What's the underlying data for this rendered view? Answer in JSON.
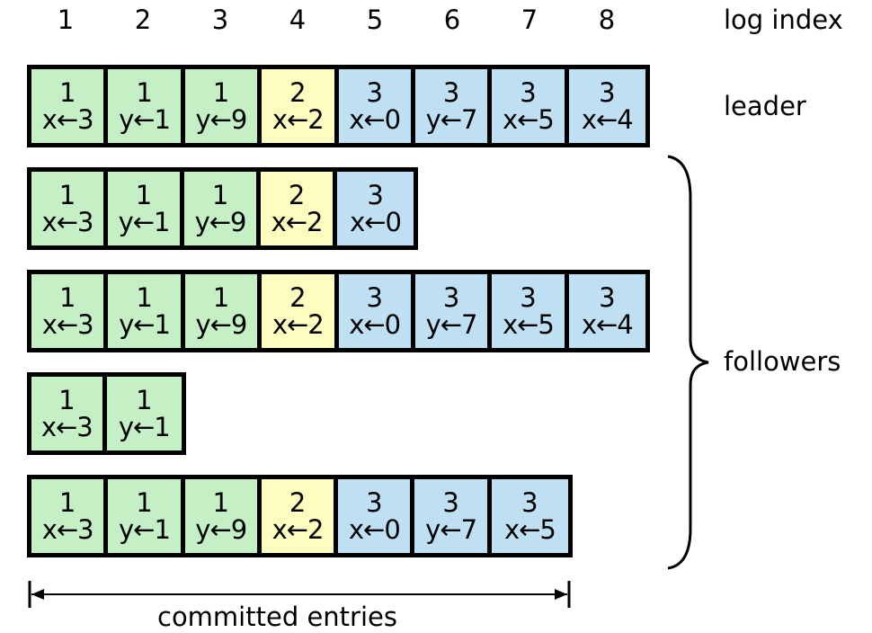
{
  "index_label": "log index",
  "indices": [
    "1",
    "2",
    "3",
    "4",
    "5",
    "6",
    "7",
    "8"
  ],
  "leader_label": "leader",
  "followers_label": "followers",
  "committed_label": "committed entries",
  "colors": {
    "1": "#c5f0c5",
    "2": "#fdfdc0",
    "3": "#bfe0f3"
  },
  "logs": [
    {
      "role": "leader",
      "entries": [
        {
          "term": "1",
          "cmd": "x←3"
        },
        {
          "term": "1",
          "cmd": "y←1"
        },
        {
          "term": "1",
          "cmd": "y←9"
        },
        {
          "term": "2",
          "cmd": "x←2"
        },
        {
          "term": "3",
          "cmd": "x←0"
        },
        {
          "term": "3",
          "cmd": "y←7"
        },
        {
          "term": "3",
          "cmd": "x←5"
        },
        {
          "term": "3",
          "cmd": "x←4"
        }
      ]
    },
    {
      "role": "follower",
      "entries": [
        {
          "term": "1",
          "cmd": "x←3"
        },
        {
          "term": "1",
          "cmd": "y←1"
        },
        {
          "term": "1",
          "cmd": "y←9"
        },
        {
          "term": "2",
          "cmd": "x←2"
        },
        {
          "term": "3",
          "cmd": "x←0"
        }
      ]
    },
    {
      "role": "follower",
      "entries": [
        {
          "term": "1",
          "cmd": "x←3"
        },
        {
          "term": "1",
          "cmd": "y←1"
        },
        {
          "term": "1",
          "cmd": "y←9"
        },
        {
          "term": "2",
          "cmd": "x←2"
        },
        {
          "term": "3",
          "cmd": "x←0"
        },
        {
          "term": "3",
          "cmd": "y←7"
        },
        {
          "term": "3",
          "cmd": "x←5"
        },
        {
          "term": "3",
          "cmd": "x←4"
        }
      ]
    },
    {
      "role": "follower",
      "entries": [
        {
          "term": "1",
          "cmd": "x←3"
        },
        {
          "term": "1",
          "cmd": "y←1"
        }
      ]
    },
    {
      "role": "follower",
      "entries": [
        {
          "term": "1",
          "cmd": "x←3"
        },
        {
          "term": "1",
          "cmd": "y←1"
        },
        {
          "term": "1",
          "cmd": "y←9"
        },
        {
          "term": "2",
          "cmd": "x←2"
        },
        {
          "term": "3",
          "cmd": "x←0"
        },
        {
          "term": "3",
          "cmd": "y←7"
        },
        {
          "term": "3",
          "cmd": "x←5"
        }
      ]
    }
  ]
}
